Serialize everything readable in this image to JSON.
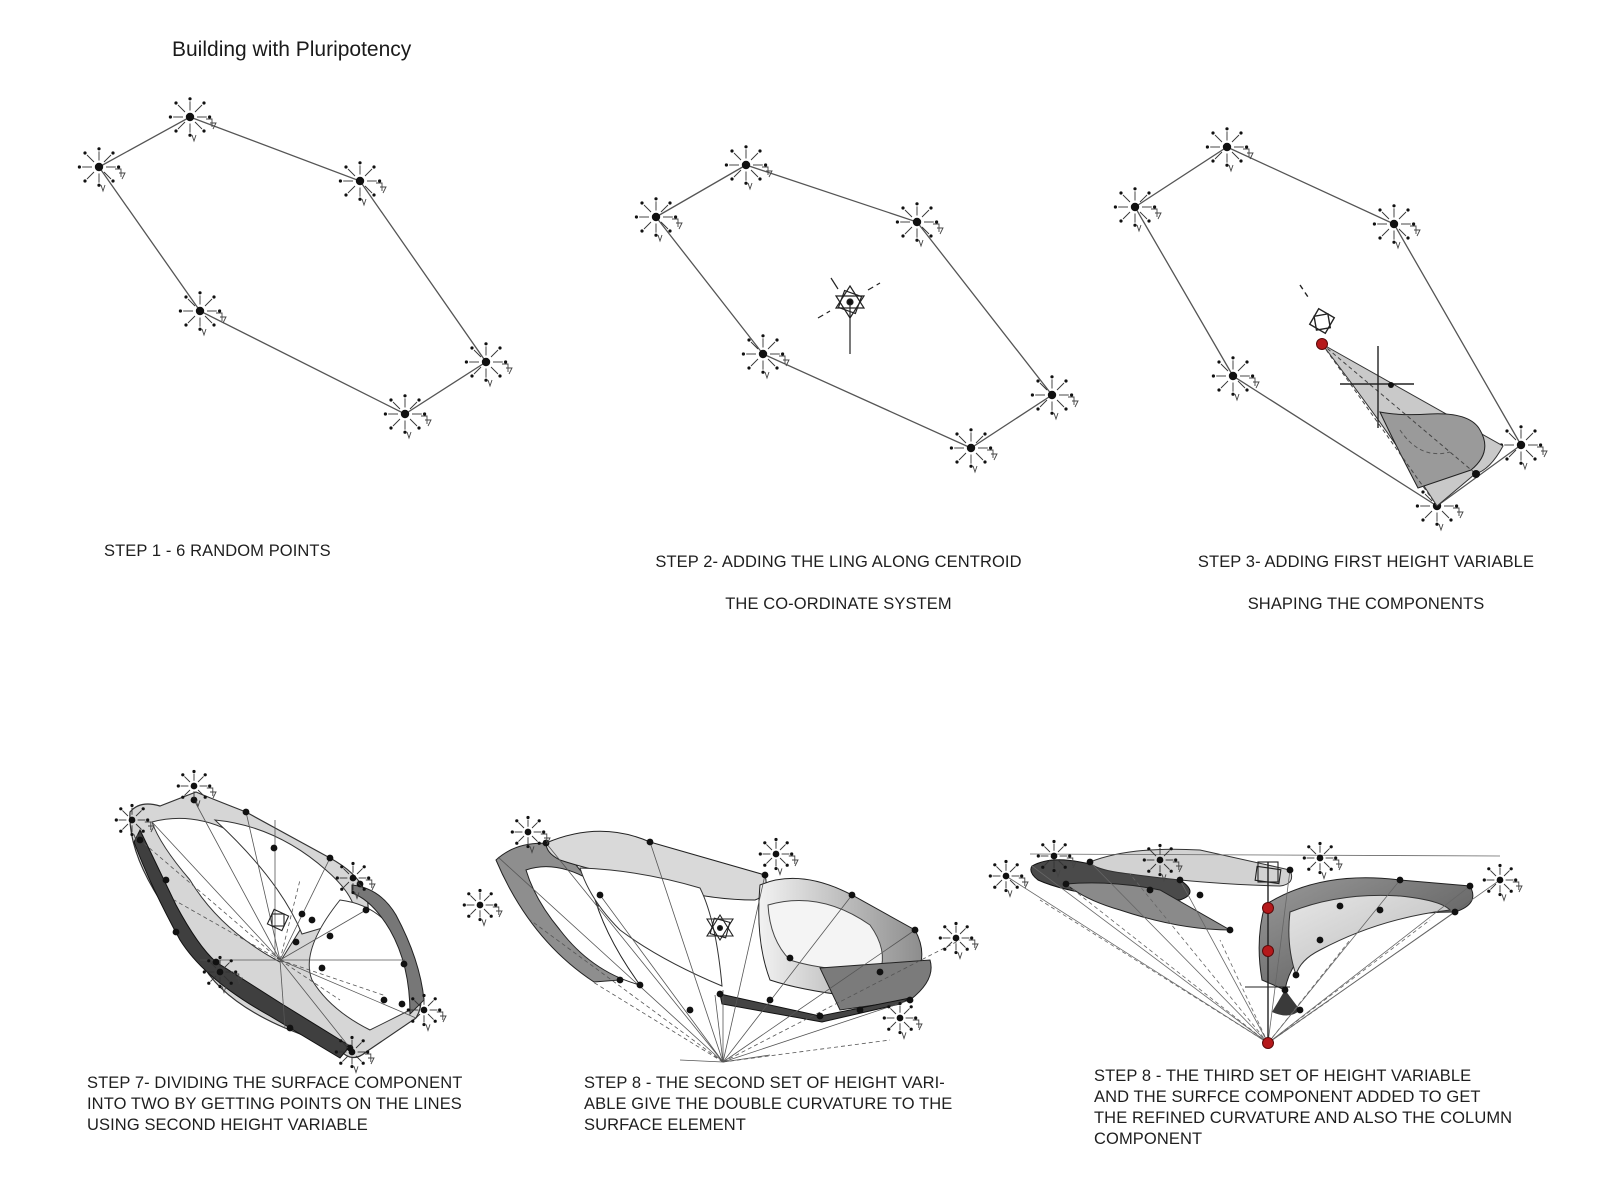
{
  "title": "Building with Pluripotency",
  "steps": [
    {
      "id": "step-1",
      "lines": [
        "STEP 1 - 6 RANDOM POINTS"
      ]
    },
    {
      "id": "step-2",
      "lines": [
        "STEP 2- ADDING THE LING ALONG CENTROID",
        "THE CO-ORDINATE SYSTEM"
      ]
    },
    {
      "id": "step-3",
      "lines": [
        "STEP 3- ADDING FIRST HEIGHT VARIABLE",
        "SHAPING THE COMPONENTS"
      ]
    },
    {
      "id": "step-7",
      "lines": [
        "STEP 7-  DIVIDING THE SURFACE COMPONENT",
        "INTO TWO BY GETTING POINTS ON THE LINES",
        "USING SECOND HEIGHT VARIABLE"
      ]
    },
    {
      "id": "step-8a",
      "lines": [
        "STEP 8 -  THE SECOND SET OF HEIGHT VARI-",
        "ABLE GIVE THE DOUBLE CURVATURE TO THE",
        "SURFACE ELEMENT"
      ]
    },
    {
      "id": "step-8b",
      "lines": [
        "STEP 8 -  THE THIRD SET OF HEIGHT VARIABLE",
        "AND THE SURFCE COMPONENT ADDED TO GET",
        "THE REFINED CURVATURE AND ALSO THE COLUMN",
        "COMPONENT"
      ]
    }
  ],
  "colors": {
    "line": "#333333",
    "point": "#111111",
    "surface_light": "#d4d4d4",
    "surface_mid": "#a9a9a9",
    "surface_dark": "#6e6e6e",
    "accent_red": "#b5191b"
  }
}
